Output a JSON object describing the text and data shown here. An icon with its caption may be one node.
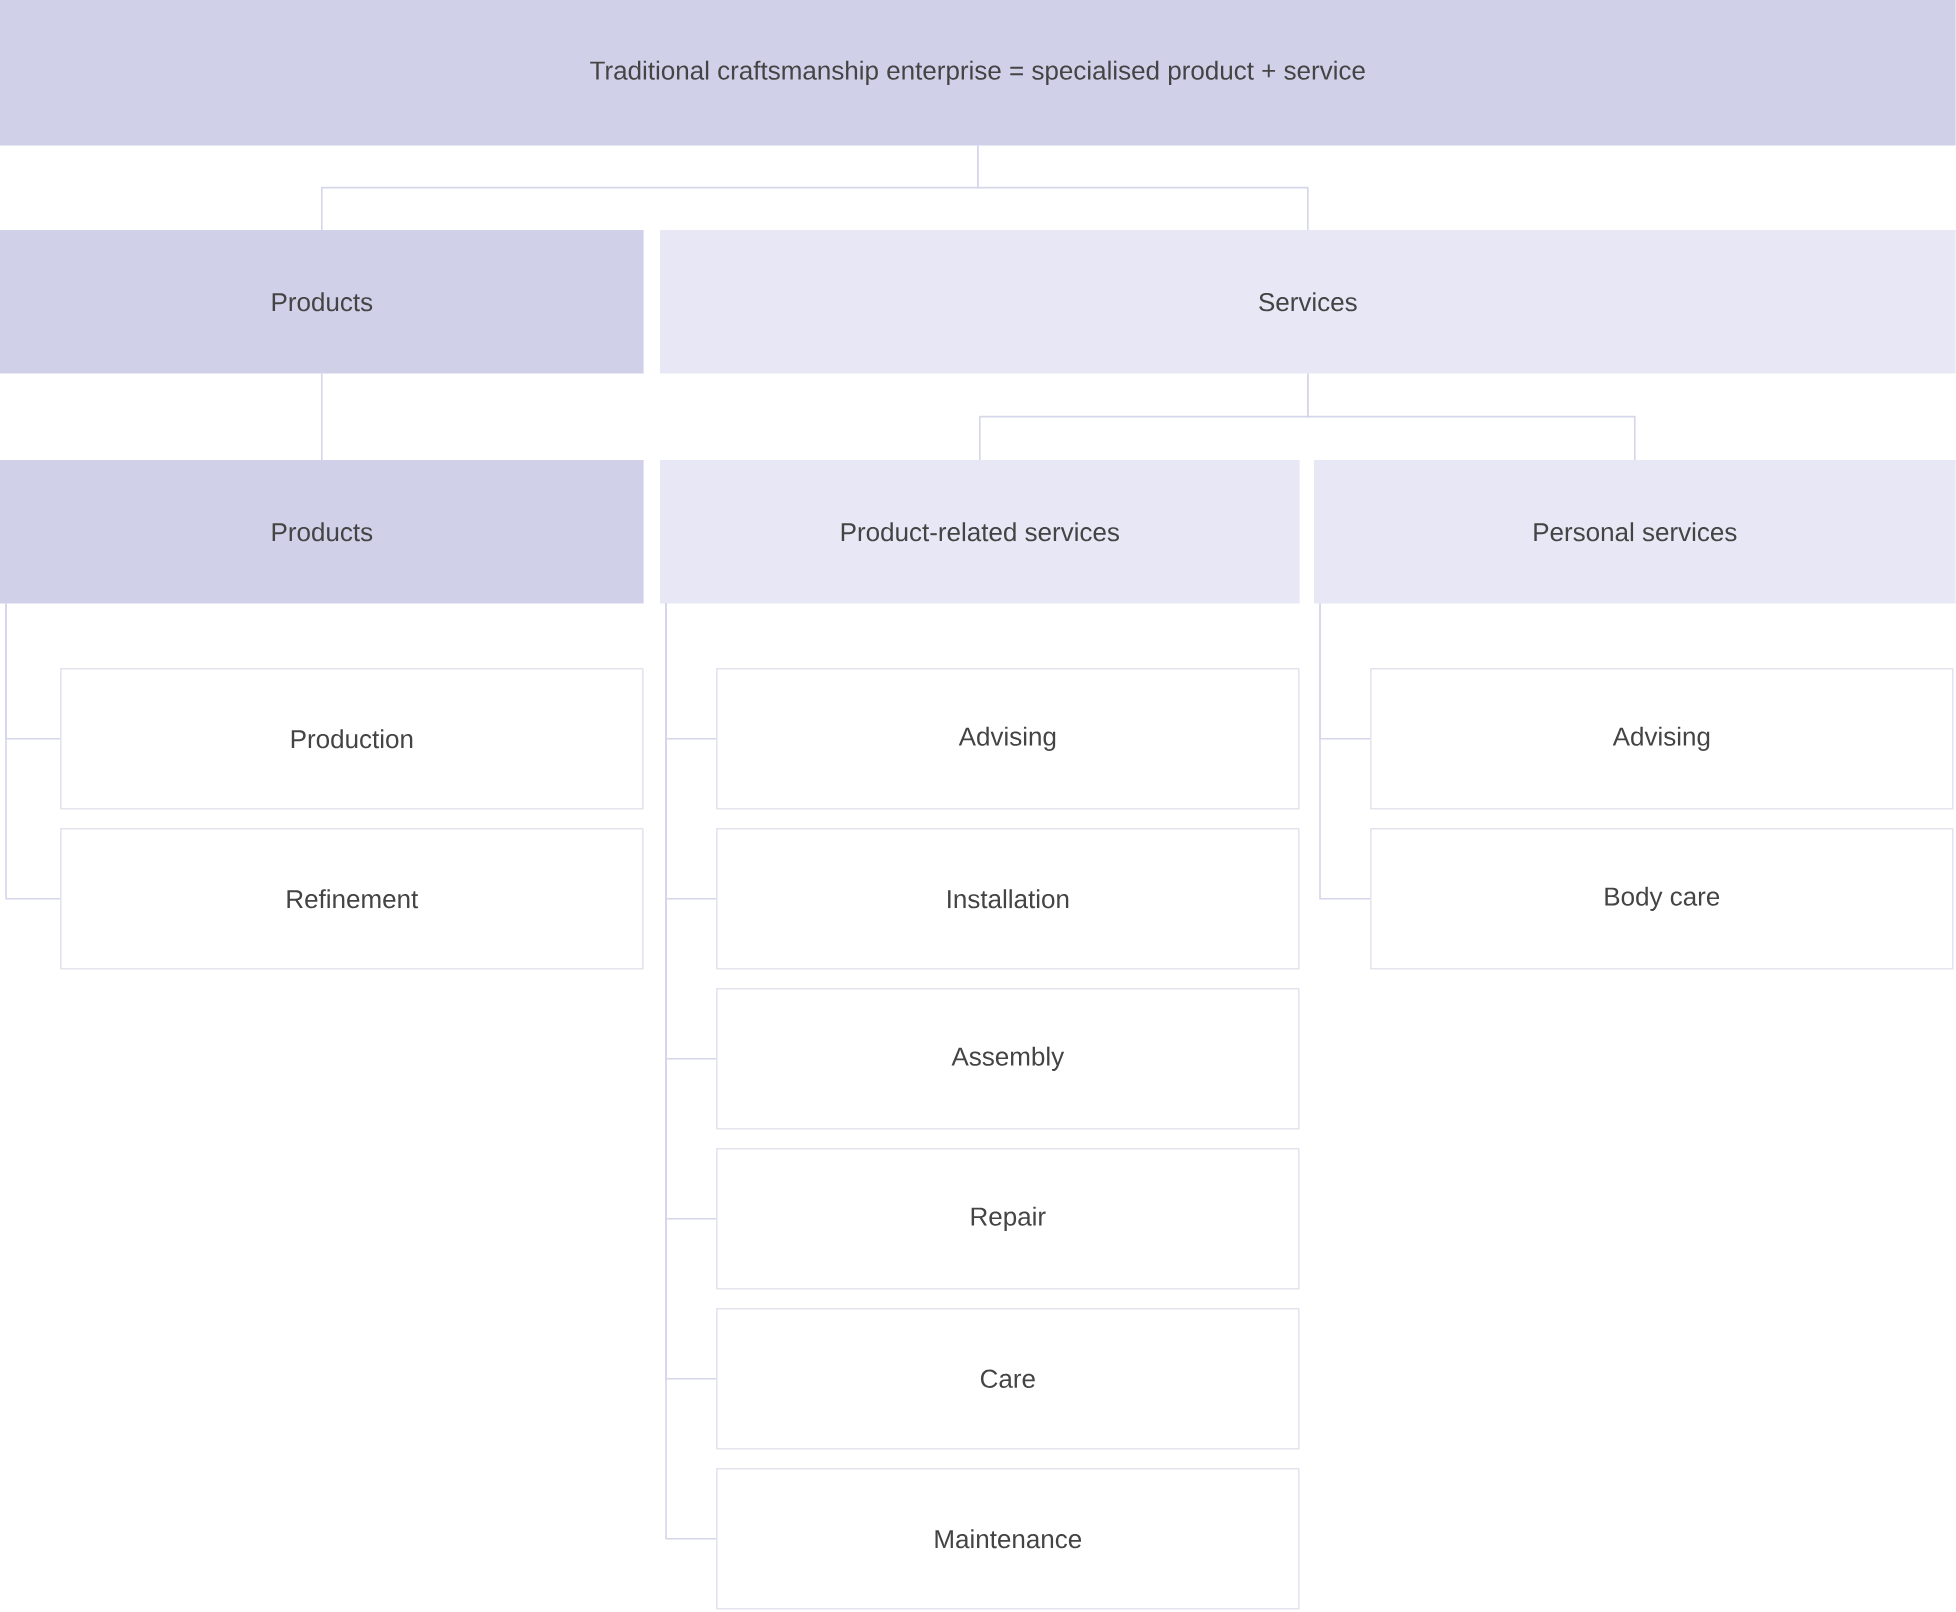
{
  "diagram": {
    "nodes": [
      {
        "text": [
          "Traditional craftsmanship enterprise = specialised product + service"
        ]
      },
      {
        "text": [
          "Products"
        ]
      },
      {
        "text": [
          "Services"
        ]
      },
      {
        "text": [
          "Products"
        ]
      },
      {
        "text": [
          "Product-related services"
        ]
      },
      {
        "text": [
          "Personal services"
        ]
      },
      {
        "text": [
          "Production"
        ]
      },
      {
        "text": [
          "Refinement"
        ]
      },
      {
        "text": [
          "Advising"
        ]
      },
      {
        "text": [
          "Installation"
        ]
      },
      {
        "text": [
          "Assembly"
        ]
      },
      {
        "text": [
          "Repair"
        ]
      },
      {
        "text": [
          "Care"
        ]
      },
      {
        "text": [
          "Maintenance"
        ]
      },
      {
        "text": [
          "Advising"
        ]
      },
      {
        "text": [
          "Body care"
        ]
      }
    ],
    "edges": [
      {
        "from": 0,
        "to": 1,
        "arrow": "none"
      },
      {
        "from": 0,
        "to": 2,
        "arrow": "none"
      },
      {
        "from": 1,
        "to": 3,
        "arrow": "none"
      },
      {
        "from": 2,
        "to": 4,
        "arrow": "none"
      },
      {
        "from": 2,
        "to": 5,
        "arrow": "none"
      },
      {
        "from": 3,
        "to": 6,
        "arrow": "none"
      },
      {
        "from": 3,
        "to": 7,
        "arrow": "none"
      },
      {
        "from": 4,
        "to": 8,
        "arrow": "none"
      },
      {
        "from": 4,
        "to": 9,
        "arrow": "none"
      },
      {
        "from": 4,
        "to": 10,
        "arrow": "none"
      },
      {
        "from": 4,
        "to": 11,
        "arrow": "none"
      },
      {
        "from": 4,
        "to": 12,
        "arrow": "none"
      },
      {
        "from": 4,
        "to": 13,
        "arrow": "none"
      },
      {
        "from": 5,
        "to": 14,
        "arrow": "none"
      },
      {
        "from": 5,
        "to": 15,
        "arrow": "none"
      }
    ]
  }
}
